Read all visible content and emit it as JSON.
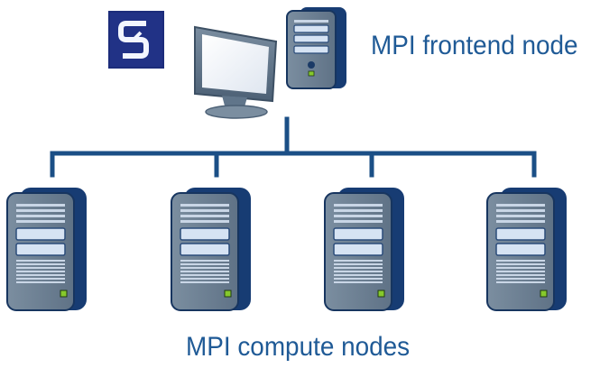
{
  "labels": {
    "frontend": "MPI frontend node",
    "compute": "MPI compute nodes"
  },
  "nodes": {
    "frontend": {
      "role": "frontend",
      "icons": [
        "logo-icon",
        "monitor-icon",
        "server-icon"
      ]
    },
    "compute": [
      {
        "role": "compute",
        "icon": "server-icon"
      },
      {
        "role": "compute",
        "icon": "server-icon"
      },
      {
        "role": "compute",
        "icon": "server-icon"
      },
      {
        "role": "compute",
        "icon": "server-icon"
      }
    ]
  },
  "colors": {
    "label": "#1f5a96",
    "network_line": "#1b4f86",
    "server_back": "#173c73",
    "server_front": "#6e8194",
    "server_bay": "#d6e3f3",
    "led": "#86c92c",
    "monitor_frame": "#5b6f83",
    "monitor_screen": "#e9eef6",
    "logo_bg": "#1c2c7a"
  }
}
